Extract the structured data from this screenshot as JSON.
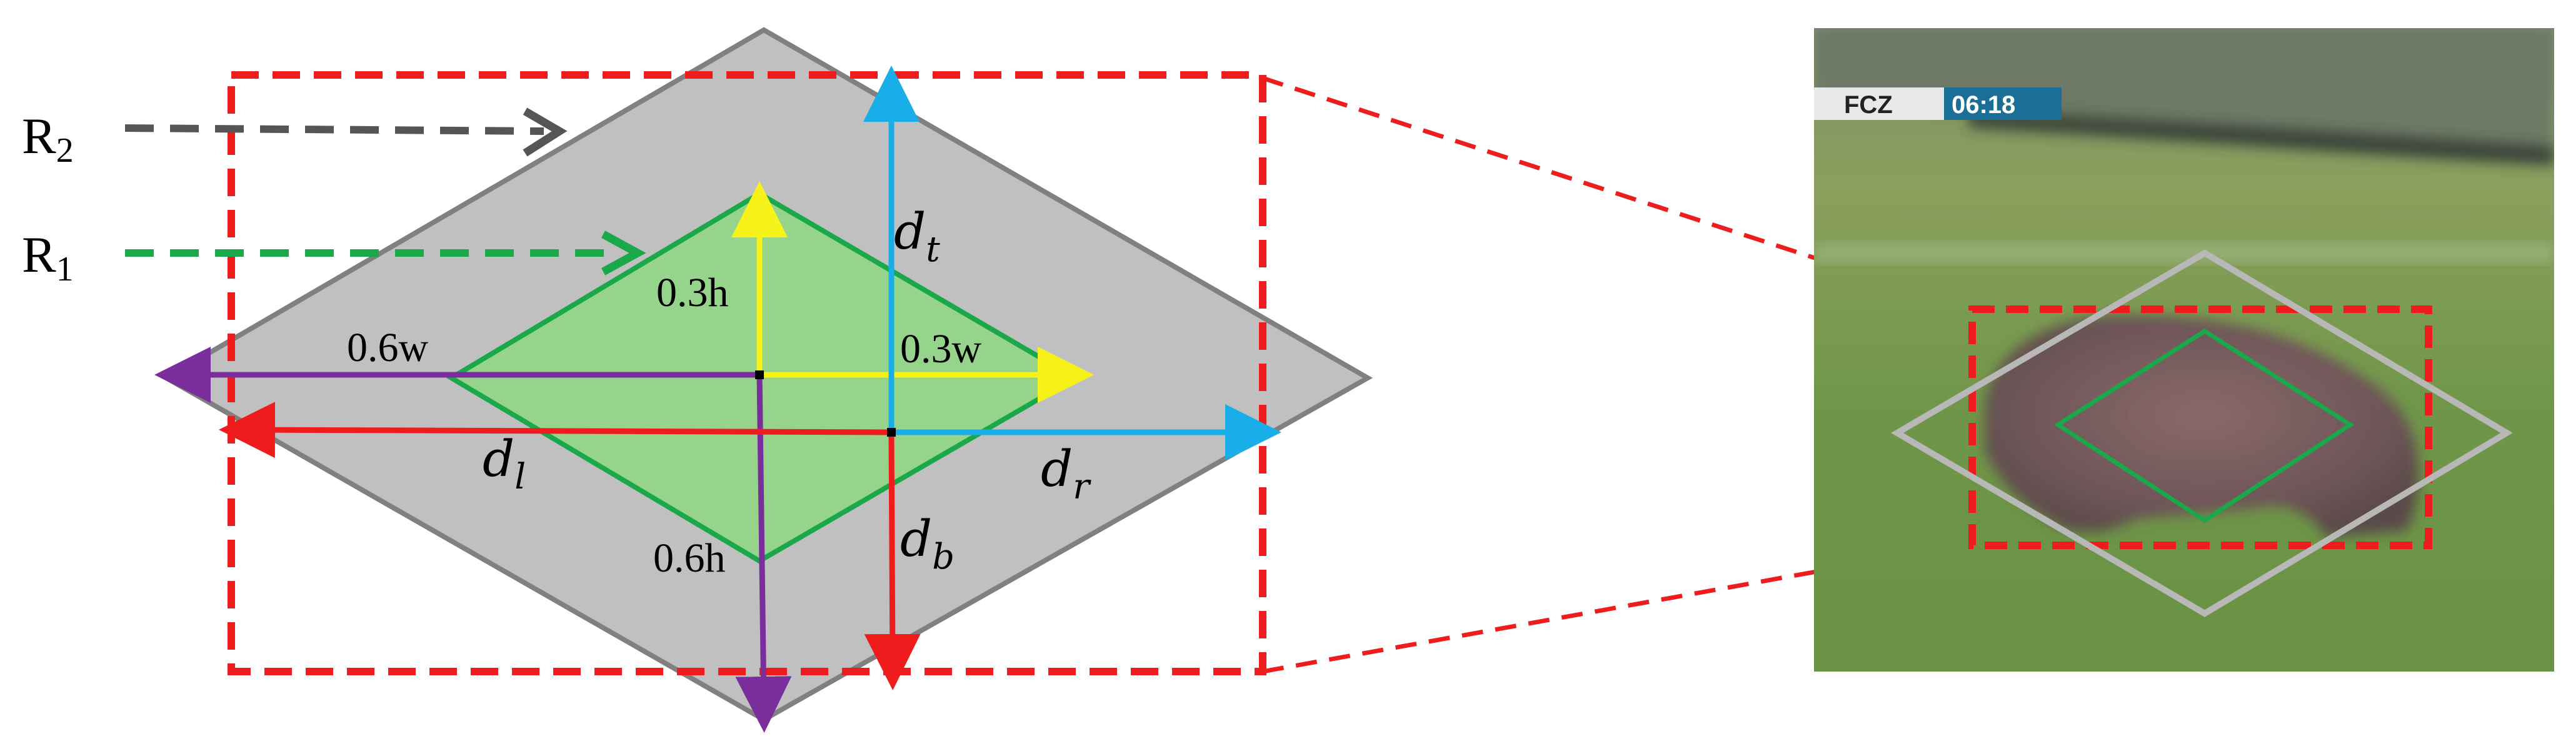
{
  "diagram": {
    "labels": {
      "r2": "R",
      "r2_sub": "2",
      "r1": "R",
      "r1_sub": "1",
      "h03": "0.3h",
      "w03": "0.3w",
      "w06": "0.6w",
      "h06": "0.6h",
      "dt": "d",
      "dt_sub": "t",
      "dl": "d",
      "dl_sub": "l",
      "dr": "d",
      "dr_sub": "r",
      "db": "d",
      "db_sub": "b"
    }
  },
  "scoreboard": {
    "team": "FCZ",
    "time": "06:18"
  },
  "colors": {
    "outer_rhombus_fill": "#c0c0c0",
    "outer_rhombus_stroke": "#808080",
    "inner_rhombus_fill": "#95d48a",
    "inner_rhombus_stroke": "#1aa84a",
    "bbox_dashed": "#ee1c1c",
    "arrow_yellow": "#f7f21a",
    "arrow_purple": "#7a2e9c",
    "arrow_cyan": "#1aaee8",
    "arrow_red": "#ee1c1c",
    "arrow_r2": "#555555",
    "arrow_r1": "#1aa84a"
  }
}
